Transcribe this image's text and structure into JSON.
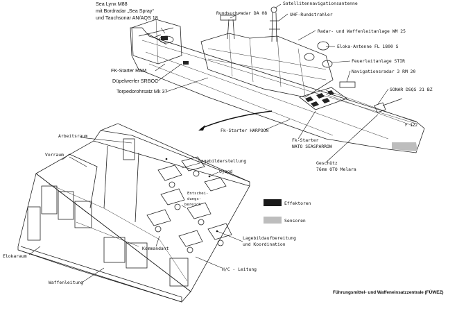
{
  "ship_labels": {
    "sea_lynx": [
      "Sea Lynx M88",
      "mit Bordradar „Sea Spray“",
      "und Tauchsonar AN/AQS 18"
    ],
    "rundsuchradar": "Rundsuchradar DA 08",
    "satelliten": "Satellitennavigationsantenne",
    "uhf": "UHF-Rundstrahler",
    "radar_waffen": "Radar- und Waffenleitanlage WM 25",
    "eloka_antenne": "Eloka-Antenne FL 1800 S",
    "feuerleit": "Feuerleitanlage STIR",
    "navigationsradar": "Navigationsradar 3 RM 20",
    "sonar": "SONAR DSQS 21 BZ",
    "fk_ram": "FK-Starter RAM",
    "duepelwerfer": "Düpelwerfer SRBOC",
    "torpedo": "Torpedorohrsatz Mk 37",
    "fk_harpoon": "Fk-Starter HARPOON",
    "fk_seasparrow": [
      "Fk-Starter",
      "NATO SEASPARROW"
    ],
    "geschuetz": [
      "Geschütz",
      "76mm OTO Melara"
    ],
    "hull_number": "F 122"
  },
  "room_labels": {
    "arbeitsraum": "Arbeitsraum",
    "vorraum": "Vorraum",
    "lagebilderstellung": "Lagebilderstellung",
    "ujagd": "Ujagd",
    "entscheidung": [
      "Entschei-",
      "dungs-",
      "bereich"
    ],
    "kommandant": "Kommandant",
    "lagebildaufbereitung": [
      "Lagebildaufbereitung",
      "und Koordination"
    ],
    "hc_leitung": "H/C - Leitung",
    "elokaraum": "Elokaraum",
    "waffenleitung": "Waffenleitung"
  },
  "legend": {
    "effektoren": "Effektoren",
    "sensoren": "Sensoren",
    "effektoren_color": "#1a1a1a",
    "sensoren_color": "#bdbdbd"
  },
  "caption": "Führungsmittel- und Waffeneinsatzzentrale (FÜWEZ)"
}
